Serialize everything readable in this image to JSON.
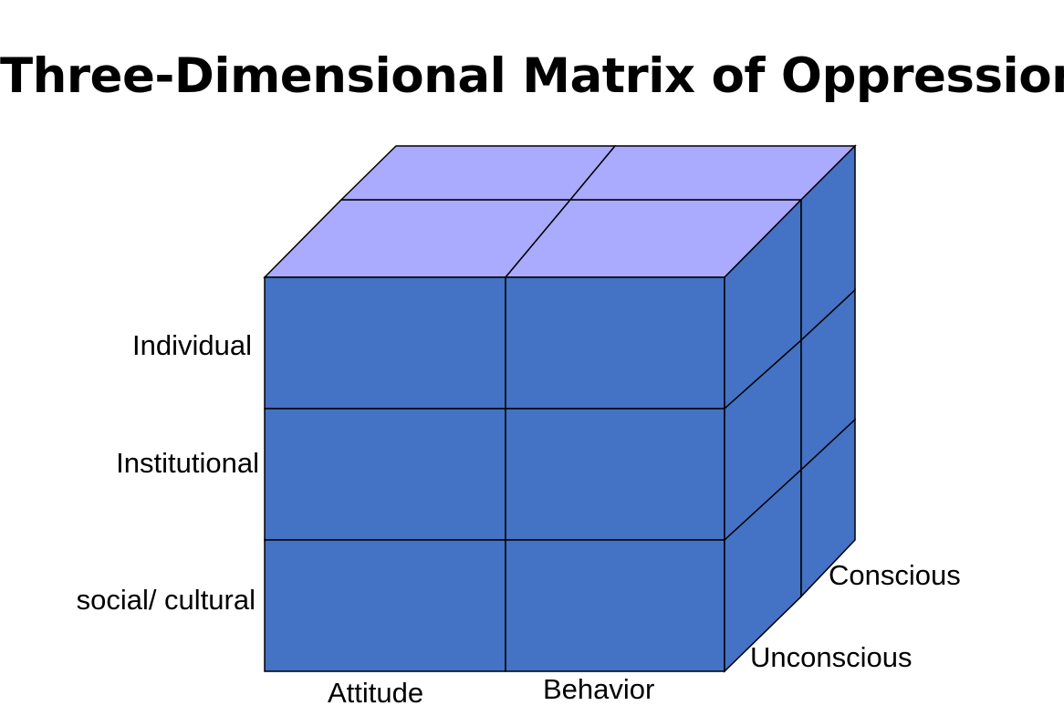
{
  "title": "Three-Dimensional Matrix of Oppression",
  "row_labels": [
    "Individual",
    "Institutional",
    "social/ cultural"
  ],
  "column_labels": [
    "Attitude",
    "Behavior"
  ],
  "depth_labels": [
    "Conscious",
    "Unconscious"
  ],
  "colors": {
    "face_fill": "#4472c4",
    "top_fill": "#aaaaff",
    "edge": "#000000"
  }
}
